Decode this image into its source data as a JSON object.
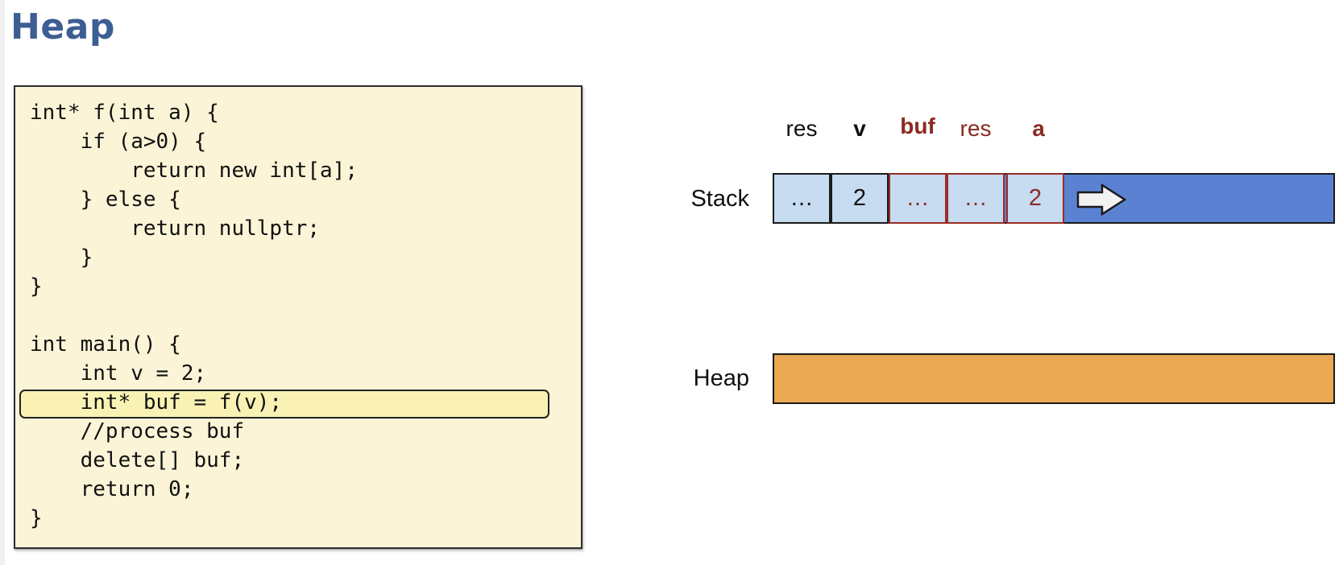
{
  "title": "Heap",
  "code": {
    "lines": [
      "int* f(int a) {",
      "    if (a>0) {",
      "        return new int[a];",
      "    } else {",
      "        return nullptr;",
      "    }",
      "}",
      "",
      "int main() {",
      "    int v = 2;",
      "    int* buf = f(v);",
      "    //process buf",
      "    delete[] buf;",
      "    return 0;",
      "}"
    ],
    "highlighted_line_index": 10
  },
  "memory": {
    "stack_label": "Stack",
    "heap_label": "Heap",
    "slot_labels": [
      "res",
      "v",
      "buf",
      "res",
      "a"
    ],
    "slot_values": [
      "…",
      "2",
      "…",
      "…",
      "2"
    ]
  },
  "colors": {
    "title": "#3d5e93",
    "code_background": "#fcf4d7",
    "highlight": "#f9f2b4",
    "stack_cell": "#c7dbf1",
    "stack_fill": "#5b82d2",
    "heap_fill": "#e9a952",
    "red_text": "#8b2a23"
  },
  "icons": {
    "stack_growth": "right-arrow-icon"
  }
}
